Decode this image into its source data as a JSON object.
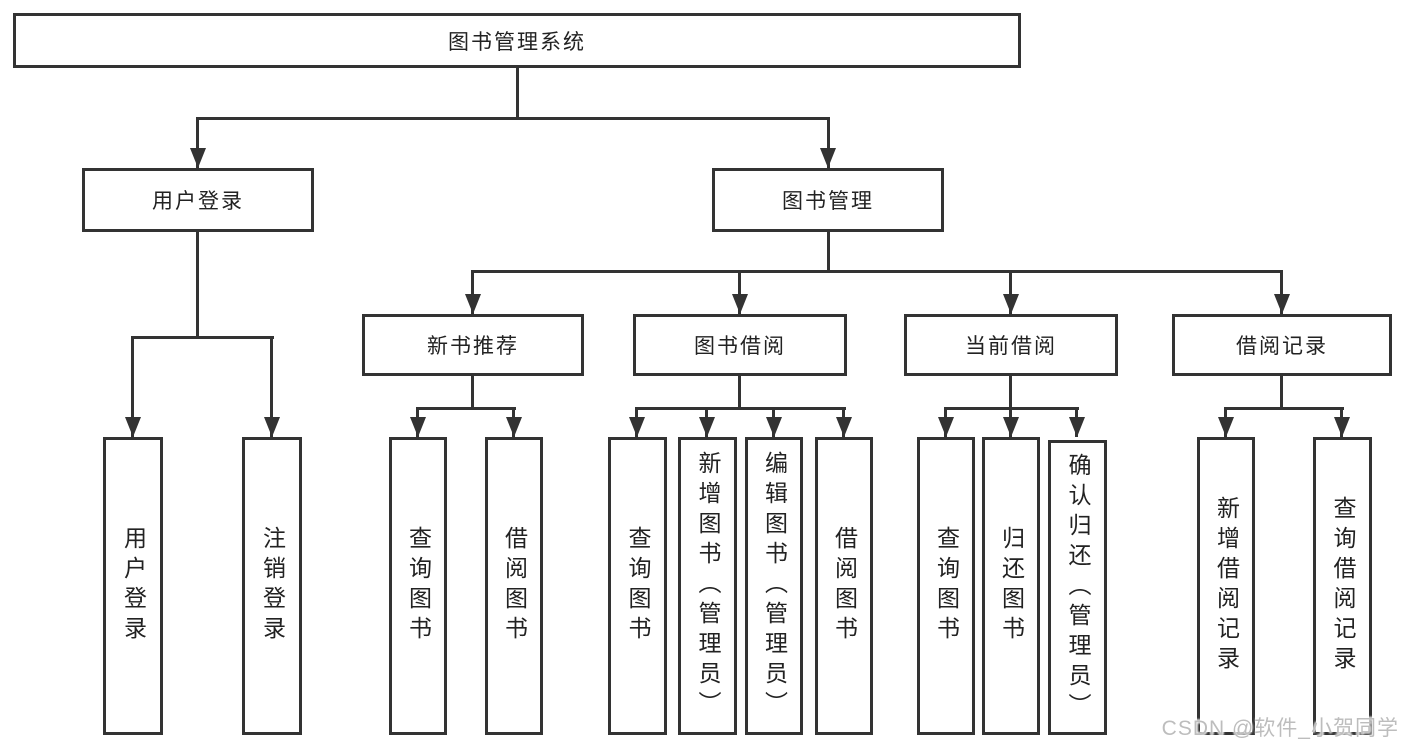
{
  "diagram": {
    "title": "图书管理系统",
    "level2": {
      "user_login": "用户登录",
      "book_mgmt": "图书管理"
    },
    "level3": {
      "new_books": "新书推荐",
      "book_borrow": "图书借阅",
      "current_borrow": "当前借阅",
      "borrow_records": "借阅记录"
    },
    "leaves": {
      "user_login": [
        "用户登录",
        "注销登录"
      ],
      "new_books": [
        "查询图书",
        "借阅图书"
      ],
      "book_borrow": [
        "查询图书",
        "新增图书（管理员）",
        "编辑图书（管理员）",
        "借阅图书"
      ],
      "current_borrow": [
        "查询图书",
        "归还图书",
        "确认归还（管理员）"
      ],
      "borrow_records": [
        "新增借阅记录",
        "查询借阅记录"
      ]
    }
  },
  "watermark": "CSDN @软件_小贺同学",
  "colors": {
    "line": "#333333",
    "text": "#222222",
    "background": "#ffffff",
    "watermark": "#bdbdbd"
  }
}
